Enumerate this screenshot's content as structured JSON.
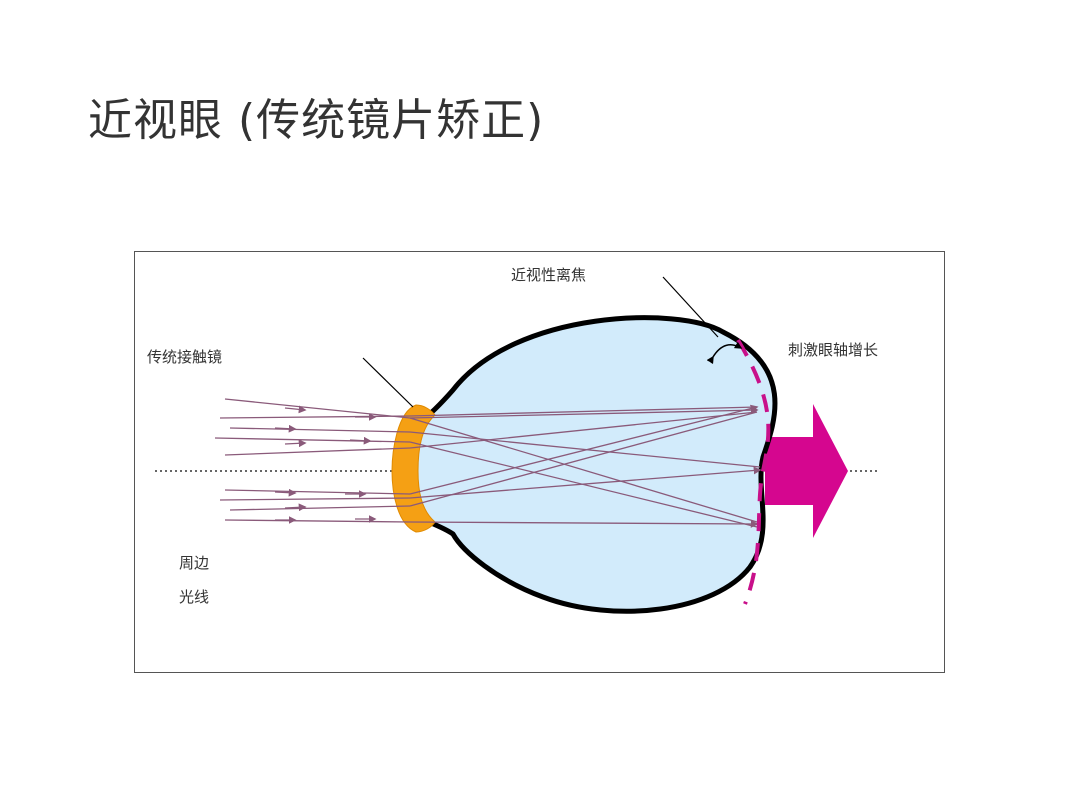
{
  "title": "近视眼 (传统镜片矫正)",
  "labels": {
    "myopic_defocus": "近视性离焦",
    "contact_lens": "传统接触镜",
    "axial_growth": "刺激眼轴增长",
    "peripheral_line1": "周边",
    "peripheral_line2": "光线"
  },
  "colors": {
    "eye_fill": "#d2ebfb",
    "eye_stroke": "#000000",
    "lens": "#f5a014",
    "ray": "#8a5a7a",
    "retina_dash": "#c8108a",
    "growth_arrow": "#d5068f",
    "axis": "#333333"
  }
}
